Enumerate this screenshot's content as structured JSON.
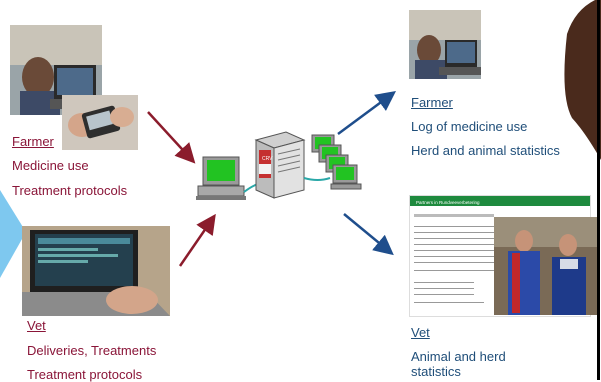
{
  "colors": {
    "farmer_text": "#8a1538",
    "vet_text": "#8a1538",
    "right_text": "#1f4e79",
    "arrow_in": "#8b1c2c",
    "arrow_out": "#1f4e8c",
    "sidebar": "#000000",
    "brown_shape": "#4a2a1c",
    "screen_green": "#22c322"
  },
  "left": {
    "farmer": {
      "title": "Farmer",
      "lines": [
        "Medicine use",
        "Treatment protocols"
      ]
    },
    "vet": {
      "title": "Vet",
      "lines": [
        "Deliveries, Treatments",
        "Treatment protocols"
      ]
    }
  },
  "center": {
    "server_label": "CRV",
    "icons": [
      "desktop-computer-icon",
      "server-icon",
      "networked-computers-icon"
    ]
  },
  "right": {
    "farmer": {
      "title": "Farmer",
      "lines": [
        "Log of medicine use",
        "Herd and animal statistics"
      ]
    },
    "vet": {
      "title": "Vet",
      "lines": [
        "Animal and herd",
        "statistics"
      ]
    },
    "report_title": "Partners in Rundveeverbetering"
  }
}
